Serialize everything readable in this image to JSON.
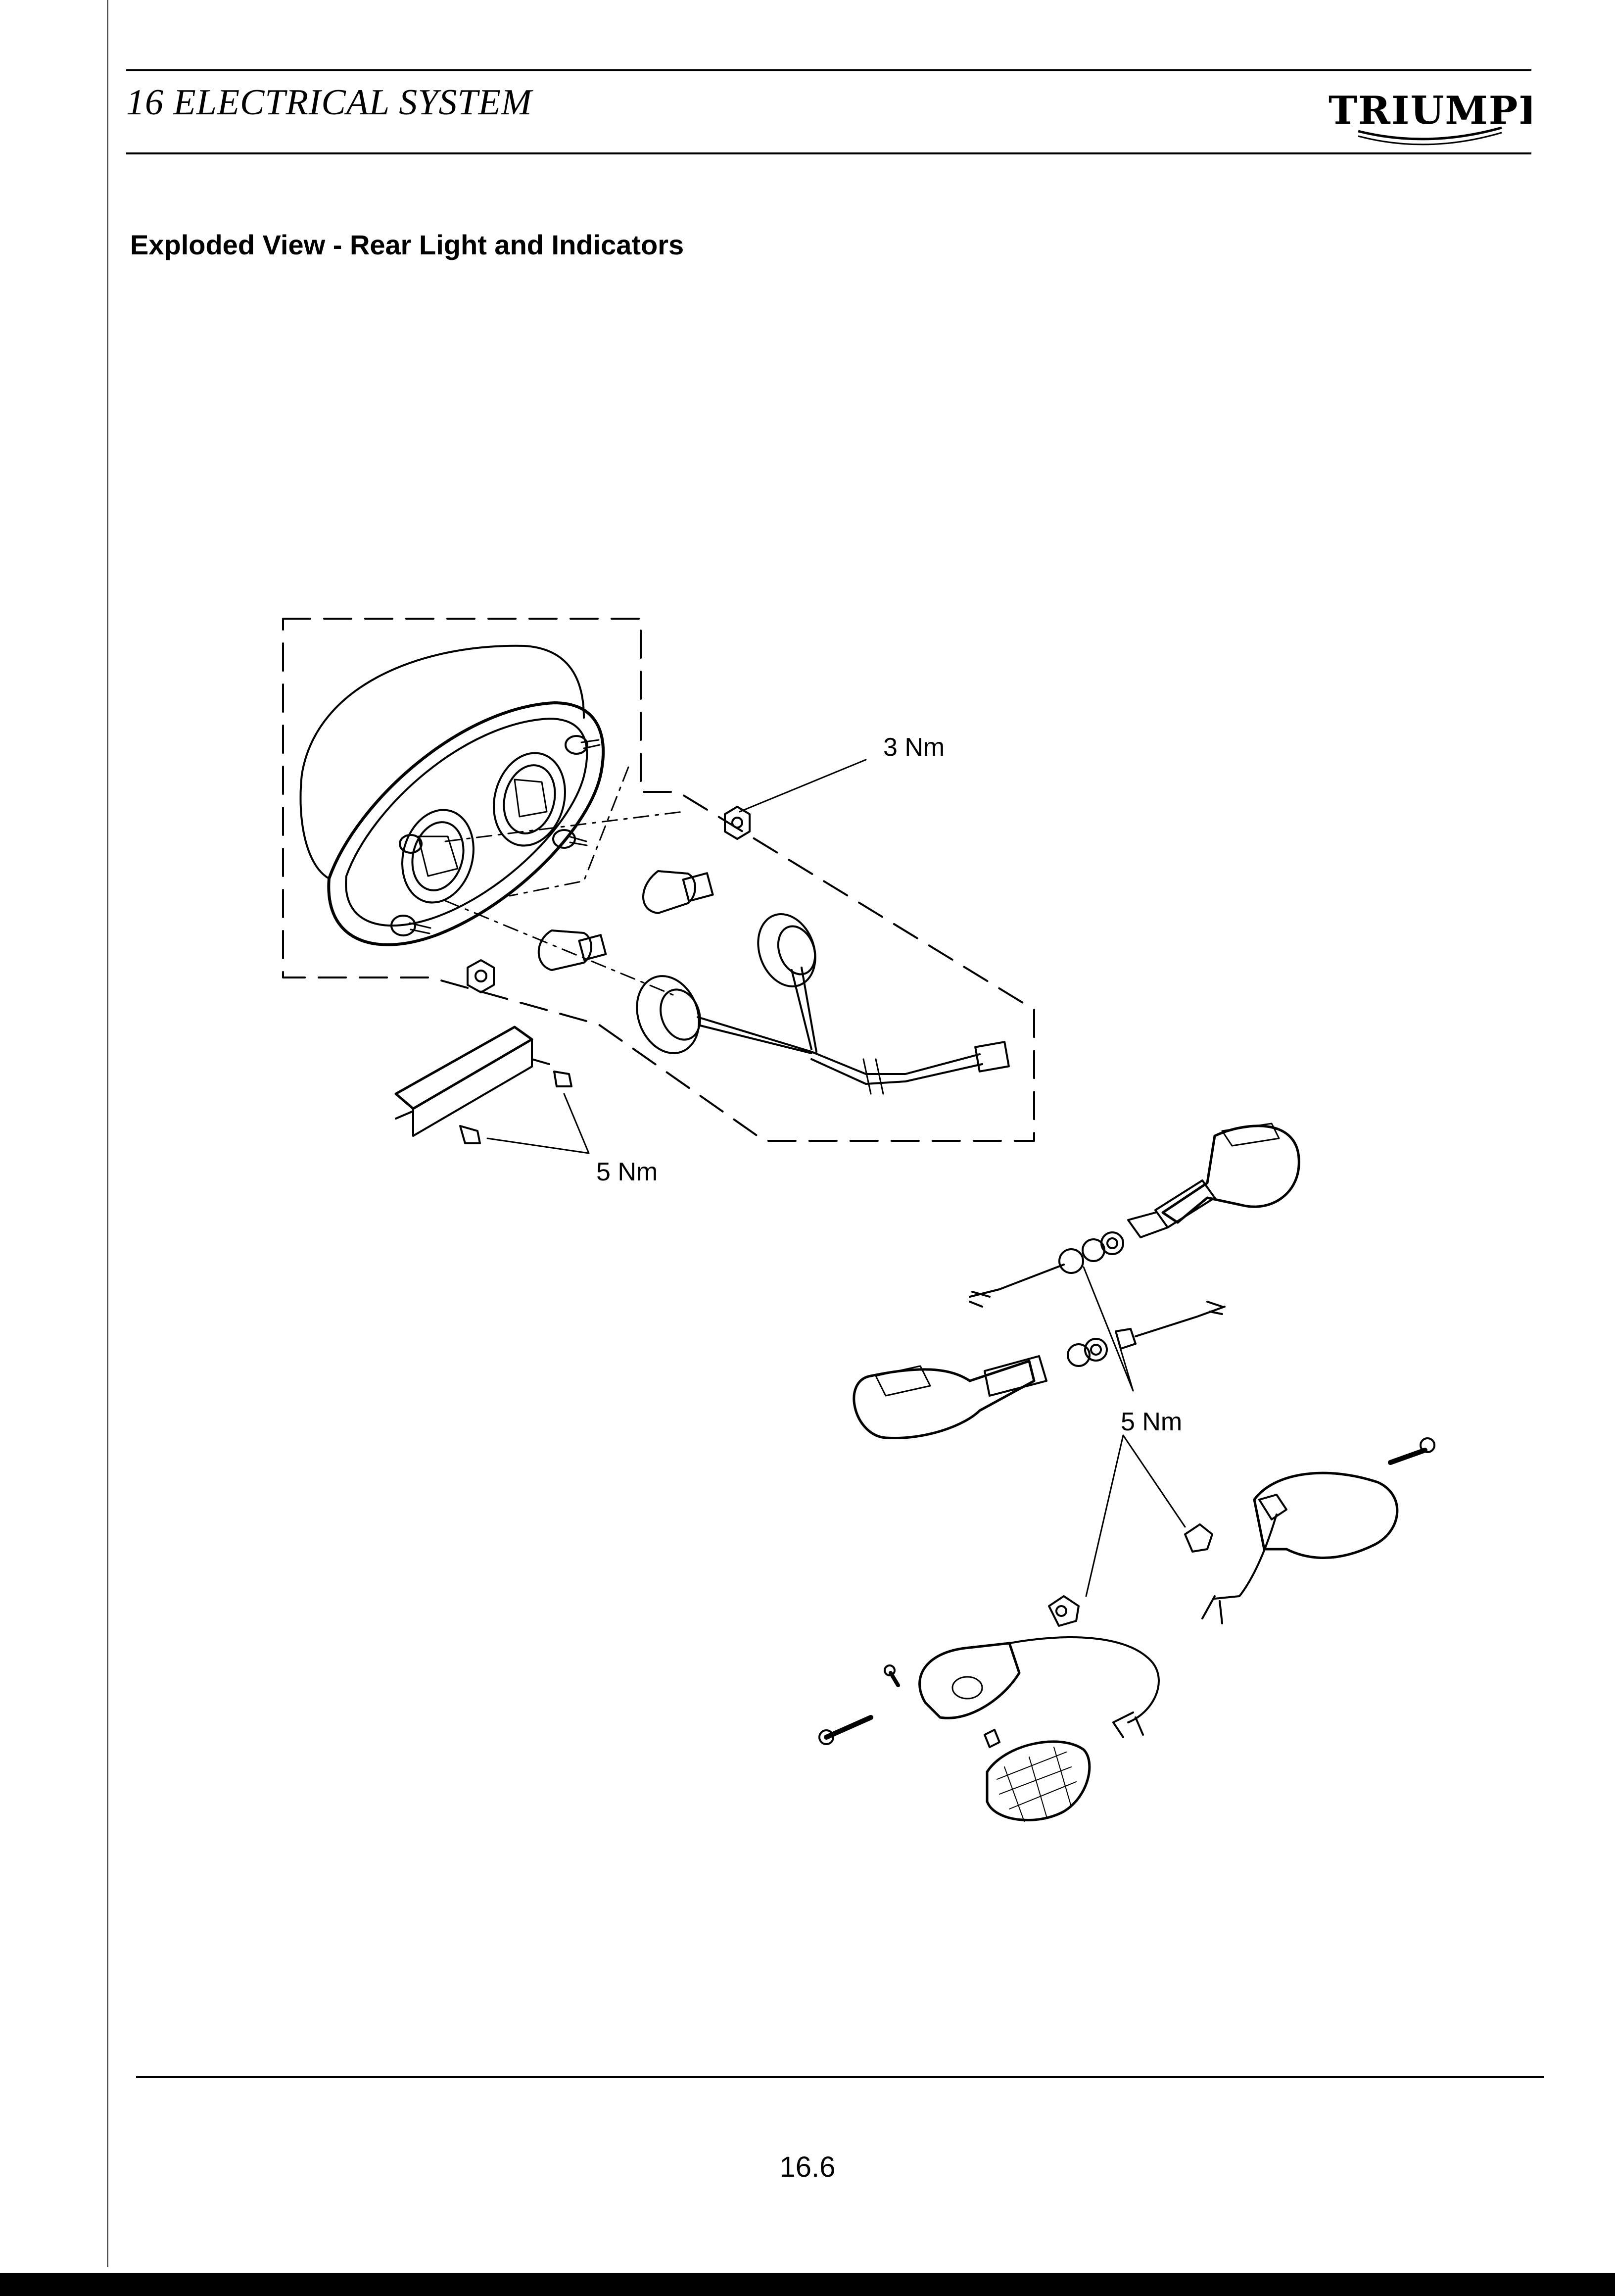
{
  "header": {
    "section_title": "16 ELECTRICAL SYSTEM",
    "logo_text": "TRIUMPH"
  },
  "heading": "Exploded View - Rear Light and Indicators",
  "diagram": {
    "torque_labels": {
      "tail_nut": "3 Nm",
      "plate_bolts": "5 Nm",
      "indicator_nuts": "5 Nm"
    }
  },
  "footer": {
    "page_number": "16.6"
  }
}
